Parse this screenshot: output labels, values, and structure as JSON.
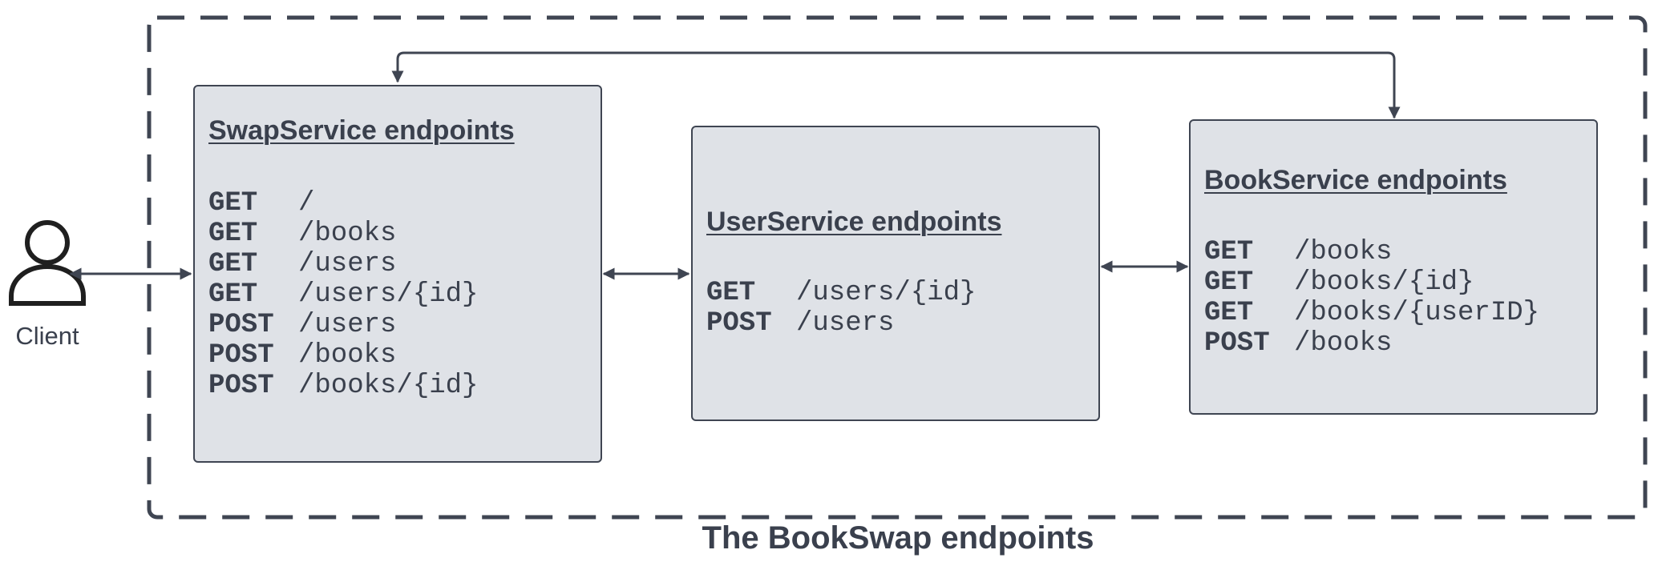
{
  "caption": "The BookSwap endpoints",
  "client": {
    "label": "Client",
    "icon": "person-icon"
  },
  "services": [
    {
      "id": "swap",
      "title": "SwapService endpoints",
      "endpoints": [
        {
          "method": "GET",
          "path": "/"
        },
        {
          "method": "GET",
          "path": "/books"
        },
        {
          "method": "GET",
          "path": "/users"
        },
        {
          "method": "GET",
          "path": "/users/{id}"
        },
        {
          "method": "POST",
          "path": "/users"
        },
        {
          "method": "POST",
          "path": "/books"
        },
        {
          "method": "POST",
          "path": "/books/{id}"
        }
      ]
    },
    {
      "id": "user",
      "title": "UserService endpoints",
      "endpoints": [
        {
          "method": "GET",
          "path": "/users/{id}"
        },
        {
          "method": "POST",
          "path": "/users"
        }
      ]
    },
    {
      "id": "book",
      "title": "BookService endpoints",
      "endpoints": [
        {
          "method": "GET",
          "path": "/books"
        },
        {
          "method": "GET",
          "path": "/books/{id}"
        },
        {
          "method": "GET",
          "path": "/books/{userID}"
        },
        {
          "method": "POST",
          "path": "/books"
        }
      ]
    }
  ],
  "connections": [
    {
      "from": "client",
      "to": "swap",
      "direction": "both"
    },
    {
      "from": "swap",
      "to": "user",
      "direction": "both"
    },
    {
      "from": "user",
      "to": "book",
      "direction": "both"
    },
    {
      "from": "swap",
      "to": "book",
      "direction": "both"
    }
  ],
  "colors": {
    "box_fill": "#dfe2e7",
    "stroke": "#3f4552",
    "text": "#3a404d"
  }
}
